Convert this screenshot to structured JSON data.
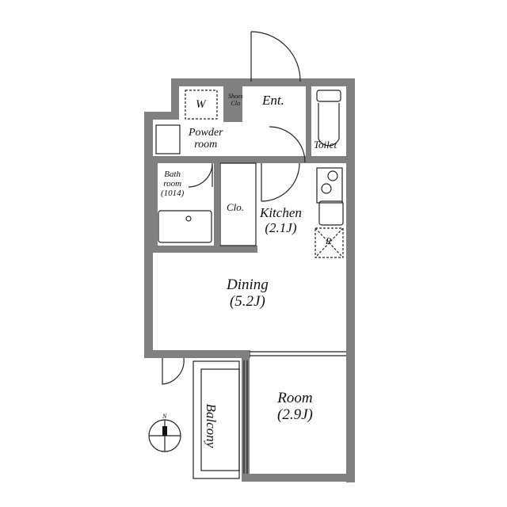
{
  "floor_plan": {
    "compass": {
      "label": "N"
    },
    "rooms": [
      {
        "id": "w",
        "label": "W"
      },
      {
        "id": "shoes",
        "label": "Shoes",
        "label2": "Clo"
      },
      {
        "id": "entrance",
        "label": "Ent."
      },
      {
        "id": "toilet",
        "label": "Toilet"
      },
      {
        "id": "powder",
        "label": "Powder",
        "label2": "room"
      },
      {
        "id": "bath",
        "label": "Bath",
        "label2": "room",
        "label3": "(1014)"
      },
      {
        "id": "closet",
        "label": "Clo."
      },
      {
        "id": "kitchen",
        "label": "Kitchen",
        "size": "(2.1J)"
      },
      {
        "id": "fridge",
        "label": "R"
      },
      {
        "id": "dining",
        "label": "Dining",
        "size": "(5.2J)"
      },
      {
        "id": "room",
        "label": "Room",
        "size": "(2.9J)"
      },
      {
        "id": "balcony",
        "label": "Balcony"
      }
    ],
    "colors": {
      "wall": "#808080",
      "line": "#222222",
      "background": "#ffffff"
    }
  }
}
